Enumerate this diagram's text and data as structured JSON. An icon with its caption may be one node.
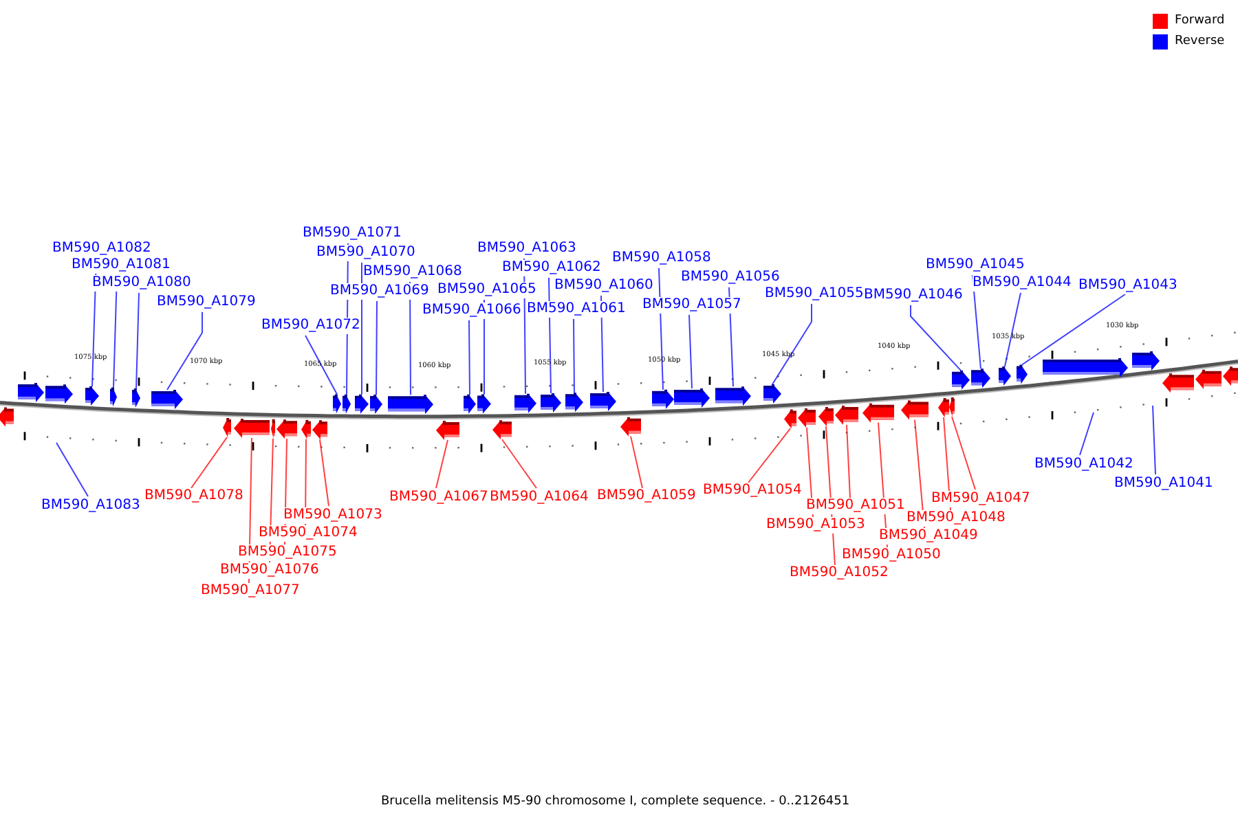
{
  "diagram": {
    "caption": "Brucella melitensis M5-90 chromosome I, complete sequence. - 0..2126451",
    "nodes": [
      {
        "text": [
          "BM590_A1082"
        ]
      },
      {
        "text": [
          "BM590_A1081"
        ]
      },
      {
        "text": [
          "BM590_A1080"
        ]
      },
      {
        "text": [
          "BM590_A1079"
        ]
      },
      {
        "text": [
          "BM590_A1072"
        ]
      },
      {
        "text": [
          "BM590_A1071"
        ]
      },
      {
        "text": [
          "BM590_A1070"
        ]
      },
      {
        "text": [
          "BM590_A1068"
        ]
      },
      {
        "text": [
          "BM590_A1069"
        ]
      },
      {
        "text": [
          "BM590_A1066"
        ]
      },
      {
        "text": [
          "BM590_A1065"
        ]
      },
      {
        "text": [
          "BM590_A1063"
        ]
      },
      {
        "text": [
          "BM590_A1062"
        ]
      },
      {
        "text": [
          "BM590_A1061"
        ]
      },
      {
        "text": [
          "BM590_A1060"
        ]
      },
      {
        "text": [
          "BM590_A1058"
        ]
      },
      {
        "text": [
          "BM590_A1057"
        ]
      },
      {
        "text": [
          "BM590_A1056"
        ]
      },
      {
        "text": [
          "BM590_A1055"
        ]
      },
      {
        "text": [
          "BM590_A1046"
        ]
      },
      {
        "text": [
          "BM590_A1045"
        ]
      },
      {
        "text": [
          "BM590_A1044"
        ]
      },
      {
        "text": [
          "BM590_A1043"
        ]
      },
      {
        "text": [
          "BM590_A1083"
        ]
      },
      {
        "text": [
          "BM590_A1078"
        ]
      },
      {
        "text": [
          "BM590_A1077"
        ]
      },
      {
        "text": [
          "BM590_A1076"
        ]
      },
      {
        "text": [
          "BM590_A1075"
        ]
      },
      {
        "text": [
          "BM590_A1074"
        ]
      },
      {
        "text": [
          "BM590_A1073"
        ]
      },
      {
        "text": [
          "BM590_A1067"
        ]
      },
      {
        "text": [
          "BM590_A1064"
        ]
      },
      {
        "text": [
          "BM590_A1059"
        ]
      },
      {
        "text": [
          "BM590_A1054"
        ]
      },
      {
        "text": [
          "BM590_A1053"
        ]
      },
      {
        "text": [
          "BM590_A1051"
        ]
      },
      {
        "text": [
          "BM590_A1052"
        ]
      },
      {
        "text": [
          "BM590_A1050"
        ]
      },
      {
        "text": [
          "BM590_A1049"
        ]
      },
      {
        "text": [
          "BM590_A1048"
        ]
      },
      {
        "text": [
          "BM590_A1047"
        ]
      },
      {
        "text": [
          "BM590_A1042"
        ]
      },
      {
        "text": [
          "BM590_A1041"
        ]
      },
      {
        "text": [],
        "shape": "arrow"
      },
      {
        "text": [],
        "shape": "arrow"
      },
      {
        "text": [],
        "shape": "arrow"
      },
      {
        "text": [],
        "shape": "arrow"
      },
      {
        "text": [],
        "shape": "arrow"
      },
      {
        "text": [],
        "shape": "arrow"
      },
      {
        "text": [],
        "shape": "arrow"
      },
      {
        "text": [],
        "shape": "arrow"
      },
      {
        "text": [],
        "shape": "arrow"
      },
      {
        "text": [],
        "shape": "arrow"
      },
      {
        "text": [],
        "shape": "arrow"
      },
      {
        "text": [],
        "shape": "arrow"
      },
      {
        "text": [],
        "shape": "arrow"
      },
      {
        "text": [],
        "shape": "arrow"
      },
      {
        "text": [],
        "shape": "arrow"
      },
      {
        "text": [],
        "shape": "arrow"
      },
      {
        "text": [],
        "shape": "arrow"
      },
      {
        "text": [],
        "shape": "arrow"
      },
      {
        "text": [],
        "shape": "arrow"
      },
      {
        "text": [],
        "shape": "arrow"
      },
      {
        "text": [],
        "shape": "arrow"
      },
      {
        "text": [],
        "shape": "arrow"
      },
      {
        "text": [],
        "shape": "arrow"
      },
      {
        "text": [],
        "shape": "arrow"
      },
      {
        "text": [],
        "shape": "arrow"
      },
      {
        "text": [],
        "shape": "arrow"
      },
      {
        "text": [],
        "shape": "arrow"
      },
      {
        "text": [],
        "shape": "arrow"
      },
      {
        "text": [],
        "shape": "arrow"
      },
      {
        "text": [],
        "shape": "arrow"
      },
      {
        "text": [],
        "shape": "arrow"
      },
      {
        "text": [],
        "shape": "arrow"
      },
      {
        "text": [],
        "shape": "arrow"
      },
      {
        "text": [],
        "shape": "arrow"
      },
      {
        "text": [],
        "shape": "arrow"
      },
      {
        "text": [],
        "shape": "arrow"
      },
      {
        "text": [],
        "shape": "arrow"
      },
      {
        "text": [],
        "shape": "arrow"
      },
      {
        "text": [],
        "shape": "arrow"
      },
      {
        "text": [],
        "shape": "arrow"
      },
      {
        "text": [],
        "shape": "arrow"
      },
      {
        "text": [],
        "shape": "arrow"
      },
      {
        "text": [],
        "shape": "arrow"
      },
      {
        "text": [],
        "shape": "arrow"
      },
      {
        "text": [],
        "shape": "arrow"
      },
      {
        "text": [],
        "shape": "arrow"
      },
      {
        "text": [],
        "shape": "arrow"
      },
      {
        "text": [],
        "shape": "arrow"
      }
    ],
    "edges": [
      {
        "from": 0,
        "to": 45,
        "arrow": "none"
      },
      {
        "from": 1,
        "to": 46,
        "arrow": "none"
      },
      {
        "from": 2,
        "to": 47,
        "arrow": "none"
      },
      {
        "from": 3,
        "to": 48,
        "arrow": "none"
      },
      {
        "from": 4,
        "to": 49,
        "arrow": "none"
      },
      {
        "from": 5,
        "to": 50,
        "arrow": "none"
      },
      {
        "from": 6,
        "to": 51,
        "arrow": "none"
      },
      {
        "from": 7,
        "to": 53,
        "arrow": "none"
      },
      {
        "from": 8,
        "to": 52,
        "arrow": "none"
      },
      {
        "from": 9,
        "to": 54,
        "arrow": "none"
      },
      {
        "from": 10,
        "to": 55,
        "arrow": "none"
      },
      {
        "from": 11,
        "to": 56,
        "arrow": "none"
      },
      {
        "from": 12,
        "to": 57,
        "arrow": "none"
      },
      {
        "from": 13,
        "to": 58,
        "arrow": "none"
      },
      {
        "from": 14,
        "to": 59,
        "arrow": "none"
      },
      {
        "from": 15,
        "to": 60,
        "arrow": "none"
      },
      {
        "from": 16,
        "to": 61,
        "arrow": "none"
      },
      {
        "from": 17,
        "to": 62,
        "arrow": "none"
      },
      {
        "from": 18,
        "to": 63,
        "arrow": "none"
      },
      {
        "from": 19,
        "to": 64,
        "arrow": "none"
      },
      {
        "from": 20,
        "to": 65,
        "arrow": "none"
      },
      {
        "from": 21,
        "to": 66,
        "arrow": "none"
      },
      {
        "from": 22,
        "to": 67,
        "arrow": "none"
      },
      {
        "from": 23,
        "to": null,
        "arrow": "none"
      },
      {
        "from": 24,
        "to": 71,
        "arrow": "none",
        "color": "#ff0000"
      },
      {
        "from": 25,
        "to": 72,
        "arrow": "none",
        "color": "#ff0000"
      },
      {
        "from": 26,
        "to": 73,
        "arrow": "none",
        "color": "#ff0000"
      },
      {
        "from": 27,
        "to": 74,
        "arrow": "none",
        "color": "#ff0000"
      },
      {
        "from": 28,
        "to": 75,
        "arrow": "none",
        "color": "#ff0000"
      },
      {
        "from": 29,
        "to": 76,
        "arrow": "none",
        "color": "#ff0000"
      },
      {
        "from": 30,
        "to": 77,
        "arrow": "none",
        "color": "#ff0000"
      },
      {
        "from": 31,
        "to": 78,
        "arrow": "none",
        "color": "#ff0000"
      },
      {
        "from": 32,
        "to": 79,
        "arrow": "none",
        "color": "#ff0000"
      },
      {
        "from": 33,
        "to": 80,
        "arrow": "none",
        "color": "#ff0000"
      },
      {
        "from": 34,
        "to": 81,
        "arrow": "none",
        "color": "#ff0000"
      },
      {
        "from": 35,
        "to": 83,
        "arrow": "none",
        "color": "#ff0000"
      },
      {
        "from": 36,
        "to": 82,
        "arrow": "none",
        "color": "#ff0000"
      },
      {
        "from": 37,
        "to": 84,
        "arrow": "none",
        "color": "#ff0000"
      },
      {
        "from": 38,
        "to": 85,
        "arrow": "none",
        "color": "#ff0000"
      },
      {
        "from": 39,
        "to": 86,
        "arrow": "none",
        "color": "#ff0000"
      },
      {
        "from": 40,
        "to": 87,
        "arrow": "none",
        "color": "#ff0000"
      },
      {
        "from": 41,
        "to": null,
        "arrow": "none"
      },
      {
        "from": 42,
        "to": null,
        "arrow": "none"
      }
    ],
    "labels": [
      "1075 kbp",
      "1070 kbp",
      "1065 kbp",
      "1060 kbp",
      "1055 kbp",
      "1050 kbp",
      "1045 kbp",
      "1040 kbp",
      "1035 kbp",
      "1030 kbp"
    ],
    "legend": [
      {
        "text": "Forward",
        "color": "#ff0000"
      },
      {
        "text": "Reverse",
        "color": "#0000ff"
      }
    ]
  }
}
